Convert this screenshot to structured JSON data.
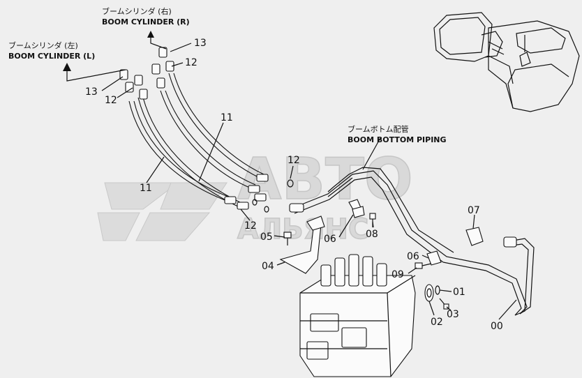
{
  "labels": {
    "boom_cyl_r_jp": "ブームシリンダ (右)",
    "boom_cyl_r_en": "BOOM CYLINDER (R)",
    "boom_cyl_l_jp": "ブームシリンダ (左)",
    "boom_cyl_l_en": "BOOM CYLINDER (L)",
    "boom_bottom_jp": "ブームボトム配管",
    "boom_bottom_en": "BOOM BOTTOM PIPING"
  },
  "watermark": {
    "line1": "АВТО",
    "line2": "АЛЬЯНС"
  },
  "callouts": {
    "c13_right": "13",
    "c12_right": "12",
    "c13_left": "13",
    "c12_left": "12",
    "c11_top": "11",
    "c11_bottom": "11",
    "c12_mid": "12",
    "c12_low": "12",
    "c05": "05",
    "c04": "04",
    "c06_a": "06",
    "c08": "08",
    "c07": "07",
    "c06_b": "06",
    "c09": "09",
    "c01": "01",
    "c02": "02",
    "c03": "03",
    "c00": "00"
  }
}
